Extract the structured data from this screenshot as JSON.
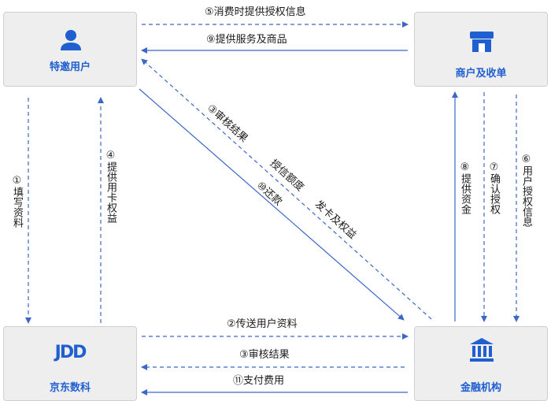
{
  "nodes": {
    "user": {
      "label": "特邀用户",
      "icon": "user-icon"
    },
    "merchant": {
      "label": "商户及收单",
      "icon": "store-icon"
    },
    "jd": {
      "label": "京东数科",
      "logo_text": "JDD",
      "icon": "jdd-logo"
    },
    "finance": {
      "label": "金融机构",
      "icon": "bank-icon"
    }
  },
  "edges": {
    "e1": "①填写资料",
    "e2": "②传送用户资料",
    "e3a": "③审核结果",
    "e3b": "③审核结果",
    "e3c": "授信额度",
    "e3d": "发卡及权益",
    "e4": "④提供用卡权益",
    "e5": "⑤消费时提供授权信息",
    "e6": "⑥用户授权信息",
    "e7": "⑦确认授权",
    "e8": "⑧提供资金",
    "e9": "⑨提供服务及商品",
    "e10": "⑩还款",
    "e11": "⑪支付费用"
  },
  "colors": {
    "accent": "#1f5fd0",
    "line": "#3b67c9",
    "box": "#eeeeee"
  }
}
